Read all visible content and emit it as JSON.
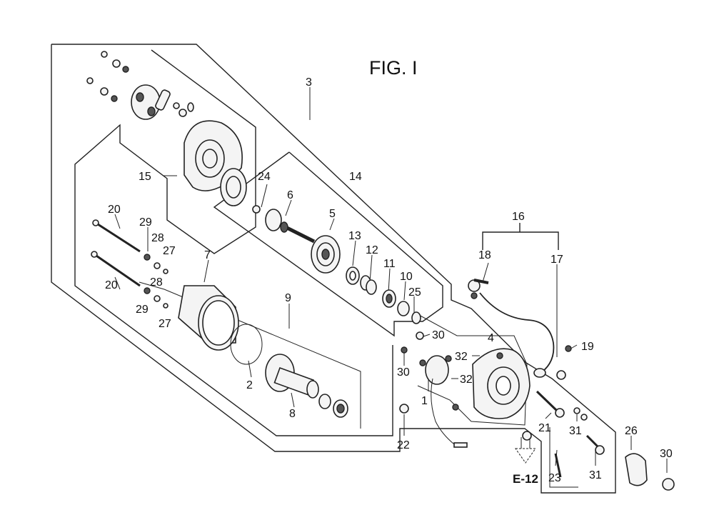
{
  "figure": {
    "title": "FIG. I",
    "reference": "E-12"
  },
  "callouts": [
    {
      "id": "c1",
      "label": "1"
    },
    {
      "id": "c2",
      "label": "2"
    },
    {
      "id": "c3",
      "label": "3"
    },
    {
      "id": "c4",
      "label": "4"
    },
    {
      "id": "c5",
      "label": "5"
    },
    {
      "id": "c6",
      "label": "6"
    },
    {
      "id": "c7",
      "label": "7"
    },
    {
      "id": "c8",
      "label": "8"
    },
    {
      "id": "c9",
      "label": "9"
    },
    {
      "id": "c10",
      "label": "10"
    },
    {
      "id": "c11",
      "label": "11"
    },
    {
      "id": "c12",
      "label": "12"
    },
    {
      "id": "c13",
      "label": "13"
    },
    {
      "id": "c14",
      "label": "14"
    },
    {
      "id": "c15",
      "label": "15"
    },
    {
      "id": "c16",
      "label": "16"
    },
    {
      "id": "c17",
      "label": "17"
    },
    {
      "id": "c18",
      "label": "18"
    },
    {
      "id": "c19",
      "label": "19"
    },
    {
      "id": "c20a",
      "label": "20"
    },
    {
      "id": "c20b",
      "label": "20"
    },
    {
      "id": "c21",
      "label": "21"
    },
    {
      "id": "c22",
      "label": "22"
    },
    {
      "id": "c23",
      "label": "23"
    },
    {
      "id": "c24",
      "label": "24"
    },
    {
      "id": "c25",
      "label": "25"
    },
    {
      "id": "c26",
      "label": "26"
    },
    {
      "id": "c27a",
      "label": "27"
    },
    {
      "id": "c27b",
      "label": "27"
    },
    {
      "id": "c28a",
      "label": "28"
    },
    {
      "id": "c28b",
      "label": "28"
    },
    {
      "id": "c29a",
      "label": "29"
    },
    {
      "id": "c29b",
      "label": "29"
    },
    {
      "id": "c30a",
      "label": "30"
    },
    {
      "id": "c30b",
      "label": "30"
    },
    {
      "id": "c30c",
      "label": "30"
    },
    {
      "id": "c31a",
      "label": "31"
    },
    {
      "id": "c31b",
      "label": "31"
    },
    {
      "id": "c32a",
      "label": "32"
    },
    {
      "id": "c32b",
      "label": "32"
    }
  ]
}
